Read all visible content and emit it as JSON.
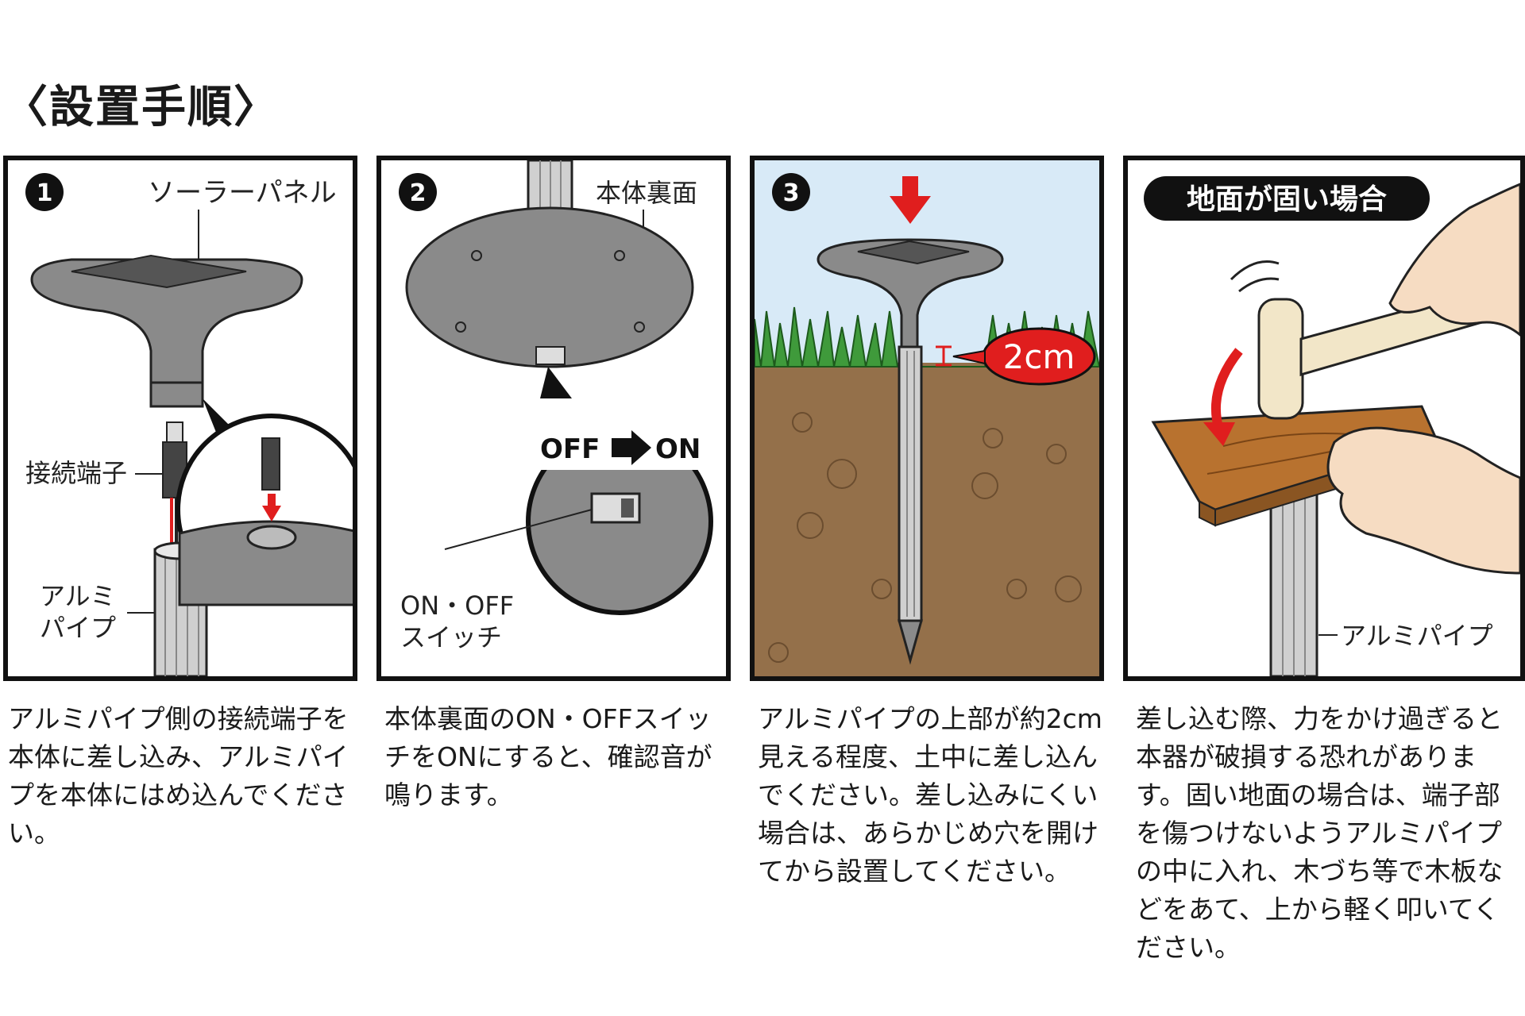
{
  "title": "〈設置手順〉",
  "steps": [
    {
      "num": "1",
      "labels": {
        "solar_panel": "ソーラーパネル",
        "connector": "接続端子",
        "pipe_line1": "アルミ",
        "pipe_line2": "パイプ"
      },
      "description": "アルミパイプ側の接続端子を本体に差し込み、アルミパイプを本体にはめ込んでください。"
    },
    {
      "num": "2",
      "labels": {
        "underside": "本体裏面",
        "off": "OFF",
        "on": "ON",
        "switch_line1": "ON・OFF",
        "switch_line2": "スイッチ"
      },
      "description": "本体裏面のON・OFFスイッチをONにすると、確認音が鳴ります。"
    },
    {
      "num": "3",
      "labels": {
        "distance": "2cm"
      },
      "description": "アルミパイプの上部が約2cm見える程度、土中に差し込んでください。差し込みにくい場合は、あらかじめ穴を開けてから設置してください。"
    },
    {
      "labels": {
        "badge": "地面が固い場合",
        "pipe": "アルミパイプ"
      },
      "description": "差し込む際、力をかけ過ぎると本器が破損する恐れがあります。固い地面の場合は、端子部を傷つけないようアルミパイプの中に入れ、木づち等で木板などをあて、上から軽く叩いてください。"
    }
  ],
  "colors": {
    "sky": "#d8eaf7",
    "grass": "#3f9a3b",
    "soil": "#94704a",
    "wood": "#b8722f",
    "red": "#e01e1e",
    "device": "#8a8a8a",
    "skin": "#f6dcc2"
  }
}
